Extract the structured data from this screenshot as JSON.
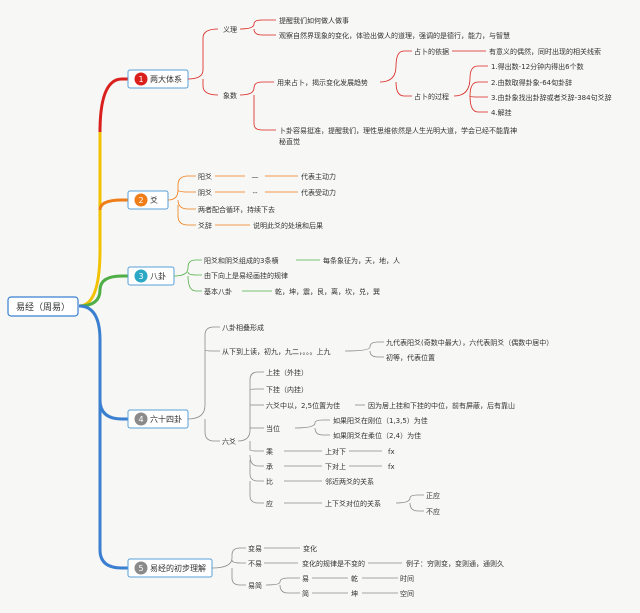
{
  "root": {
    "label": "易经（周易）"
  },
  "branches": [
    {
      "num": "1",
      "label": "两大体系",
      "color": "#d9201c",
      "children": [
        {
          "label": "义理",
          "children": [
            {
              "label": "提醒我们如何做人做事"
            },
            {
              "label": "观察自然界现象的变化，体验出做人的道理，强调的是德行，能力，与智慧"
            }
          ]
        },
        {
          "label": "象数",
          "children": [
            {
              "label": "用来占卜，揭示变化发展趋势",
              "children": [
                {
                  "label": "占卜的依据",
                  "children": [
                    {
                      "label": "有意义的偶然，同时出现的相关线索"
                    }
                  ]
                },
                {
                  "label": "占卜的过程",
                  "children": [
                    {
                      "label": "1.得出数-12分钟内得出6个数"
                    },
                    {
                      "label": "2.由数取得卦象-64旬卦辞"
                    },
                    {
                      "label": "3.由卦象找出卦辞或者爻辞-384句爻辞"
                    },
                    {
                      "label": "4.解挂"
                    }
                  ]
                }
              ]
            },
            {
              "label": "卜卦容易挺准，提醒我们，理性思维依然是人生光明大道，学会已经不能靠神",
              "label2": "秘直觉"
            }
          ]
        }
      ]
    },
    {
      "num": "2",
      "label": "爻",
      "color": "#ef7d18",
      "children": [
        {
          "label": "阳爻",
          "sep": "—",
          "desc": "代表主动力"
        },
        {
          "label": "阴爻",
          "sep": "--",
          "desc": "代表受动力"
        },
        {
          "label": "两者配合循环，持续下去"
        },
        {
          "label": "爻辞",
          "desc": "说明此爻的处境和后果"
        }
      ]
    },
    {
      "num": "3",
      "label": "八卦",
      "color": "#2aa8c5",
      "children": [
        {
          "label": "阳爻和阴爻组成的3条横",
          "desc": "每条象征为，天，地，人"
        },
        {
          "label": "由下向上是易经画挂的规律"
        },
        {
          "label": "基本八卦",
          "desc": "乾，坤，震，艮，离，坎，兑，巽"
        }
      ]
    },
    {
      "num": "4",
      "label": "六十四卦",
      "color": "#8a8a8a",
      "children": [
        {
          "label": "八卦相叠形成"
        },
        {
          "label": "从下到上读，初九，九二，。。。上九",
          "children": [
            {
              "label": "九代表阳爻(奇数中最大），六代表阴爻（偶数中居中）"
            },
            {
              "label": "初等，代表位置"
            }
          ]
        },
        {
          "label": "六爻",
          "children": [
            {
              "label": "上挂（外挂）"
            },
            {
              "label": "下挂（内挂）"
            },
            {
              "label": "六爻中以，2,5位置为佳",
              "children": [
                {
                  "label": "因为居上挂和下挂的中位，前有屏蔽，后有靠山"
                }
              ]
            },
            {
              "label": "当位",
              "children": [
                {
                  "label": "如果阳爻在刚位（1,3,5）为佳"
                },
                {
                  "label": "如果阴爻在柔位（2,4）为佳"
                }
              ]
            },
            {
              "label": "乘",
              "children": [
                {
                  "label": "上对下",
                  "children": [
                    {
                      "label": "fx"
                    }
                  ]
                }
              ]
            },
            {
              "label": "承",
              "children": [
                {
                  "label": "下对上",
                  "children": [
                    {
                      "label": "fx"
                    }
                  ]
                }
              ]
            },
            {
              "label": "比",
              "children": [
                {
                  "label": "邻近两爻的关系"
                }
              ]
            },
            {
              "label": "应",
              "children": [
                {
                  "label": "上下爻对位的关系",
                  "children": [
                    {
                      "label": "正应"
                    },
                    {
                      "label": "不应"
                    }
                  ]
                }
              ]
            }
          ]
        }
      ]
    },
    {
      "num": "5",
      "label": "易经的初步理解",
      "color": "#8a8a8a",
      "children": [
        {
          "label": "变易",
          "children": [
            {
              "label": "变化"
            }
          ]
        },
        {
          "label": "不易",
          "children": [
            {
              "label": "变化的规律是不变的",
              "children": [
                {
                  "label": "例子：穷则变，变则通，通则久"
                }
              ]
            }
          ]
        },
        {
          "label": "易简",
          "children": [
            {
              "label": "易",
              "children": [
                {
                  "label": "乾",
                  "children": [
                    {
                      "label": "时间"
                    }
                  ]
                }
              ]
            },
            {
              "label": "简",
              "children": [
                {
                  "label": "坤",
                  "children": [
                    {
                      "label": "空间"
                    }
                  ]
                }
              ]
            }
          ]
        }
      ]
    }
  ],
  "colors": {
    "bg": "#f7f7f5",
    "root_line": "#3b7fd1",
    "b1": "#d9201c",
    "b2": "#ef7d18",
    "b3": "#2aa8c5",
    "yellow": "#f2c200",
    "green": "#4fae45",
    "gray": "#8a8a8a",
    "box_border": "#5aa0d8",
    "badge_fill": "#ffffff"
  }
}
